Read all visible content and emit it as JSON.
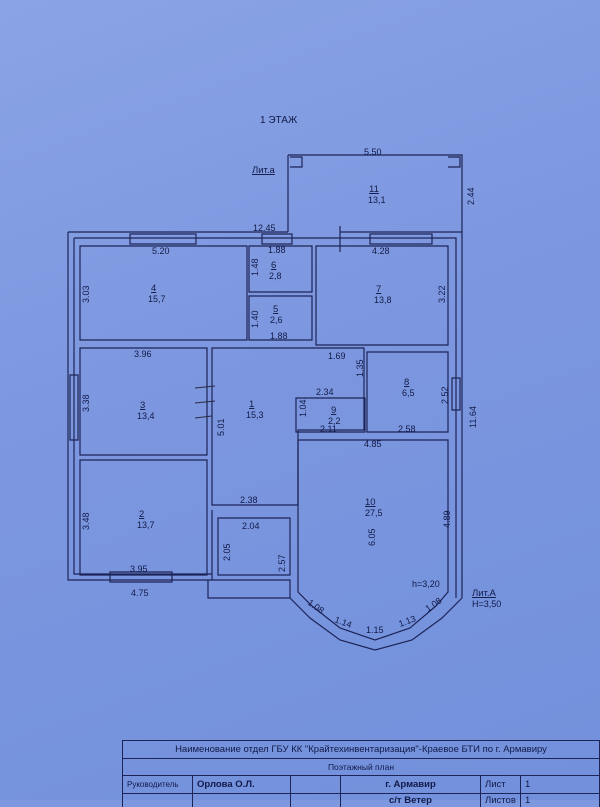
{
  "floor_title": "1 ЭТАЖ",
  "lit_a_small": "Лит.а",
  "lit_a_main": "Лит.А",
  "height_main": "H=3,50",
  "room_height": "h=3,20",
  "rooms": [
    {
      "number": "1",
      "area": "15,3"
    },
    {
      "number": "2",
      "area": "13,7"
    },
    {
      "number": "3",
      "area": "13,4"
    },
    {
      "number": "4",
      "area": "15,7"
    },
    {
      "number": "5",
      "area": "2,6"
    },
    {
      "number": "6",
      "area": "2,8"
    },
    {
      "number": "7",
      "area": "13,8"
    },
    {
      "number": "8",
      "area": "6,5"
    },
    {
      "number": "9",
      "area": "2,2"
    },
    {
      "number": "10",
      "area": "27,5"
    },
    {
      "number": "11",
      "area": "13,1"
    }
  ],
  "dimensions": {
    "d550": "5.50",
    "d244": "2.44",
    "d1245": "12.45",
    "d520": "5.20",
    "d188a": "1.88",
    "d428": "4.28",
    "d303": "3.03",
    "d148": "1.48",
    "d140": "1.40",
    "d188b": "1.88",
    "d322": "3.22",
    "d396": "3.96",
    "d169": "1.69",
    "d135": "1.35",
    "d338": "3.38",
    "d501": "5.01",
    "d234": "2.34",
    "d104": "1.04",
    "d211": "2.11",
    "d258": "2.58",
    "d252": "2.52",
    "d1164": "11.64",
    "d485": "4.85",
    "d238": "2.38",
    "d204": "2.04",
    "d348": "3.48",
    "d205": "2.05",
    "d257": "2.57",
    "d605": "6.05",
    "d489": "4.89",
    "d395": "3.95",
    "d475": "4.75",
    "d108a": "1.08",
    "d114": "1.14",
    "d115": "1.15",
    "d113": "1.13",
    "d108b": "1.08"
  },
  "title_block": {
    "organization": "Наименование отдел ГБУ  КК \"Крайтехинвентаризация\"-Краевое БТИ по г. Армавиру",
    "plan_type": "Поэтажный план",
    "head_label": "Руководитель",
    "head_name": "Орлова О.Л.",
    "city": "г. Армавир",
    "address_partial": "с/т Ветер",
    "sheet_label": "Лист",
    "sheet_value": "1",
    "sheets_label": "Листов",
    "sheets_value": "1"
  }
}
